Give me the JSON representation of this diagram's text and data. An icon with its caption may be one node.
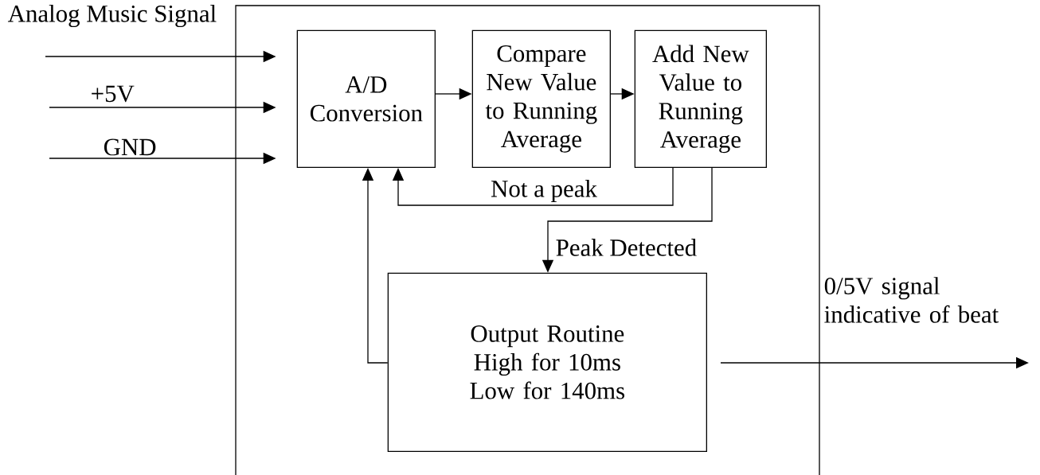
{
  "diagram": {
    "nodes": [
      {
        "text": [],
        "shape": "box"
      },
      {
        "text": [
          "A/D Conversion"
        ],
        "in": 0
      },
      {
        "text": [
          "Compare New Value to Running Average"
        ],
        "in": 0
      },
      {
        "text": [
          "Add New Value to Running Average"
        ],
        "in": 0
      },
      {
        "text": [
          "Output Routine",
          "High for 10ms",
          "Low for 140ms"
        ],
        "in": 0
      }
    ],
    "edges": [
      {
        "from": null,
        "to": 1,
        "arrow": "to",
        "label": "Analog Music Signal"
      },
      {
        "from": null,
        "to": 1,
        "arrow": "to",
        "label": "+5V"
      },
      {
        "from": null,
        "to": 1,
        "arrow": "to",
        "label": "GND"
      },
      {
        "from": 1,
        "to": 2,
        "arrow": "to"
      },
      {
        "from": 2,
        "to": 3,
        "arrow": "to"
      },
      {
        "from": 3,
        "to": 1,
        "arrow": "to",
        "label": "Not a peak"
      },
      {
        "from": 3,
        "to": 4,
        "arrow": "to",
        "label": "Peak Detected"
      },
      {
        "from": 4,
        "to": 1,
        "arrow": "to"
      },
      {
        "from": 4,
        "to": null,
        "arrow": "to",
        "label": "0/5V signal indicative of beat"
      }
    ]
  }
}
